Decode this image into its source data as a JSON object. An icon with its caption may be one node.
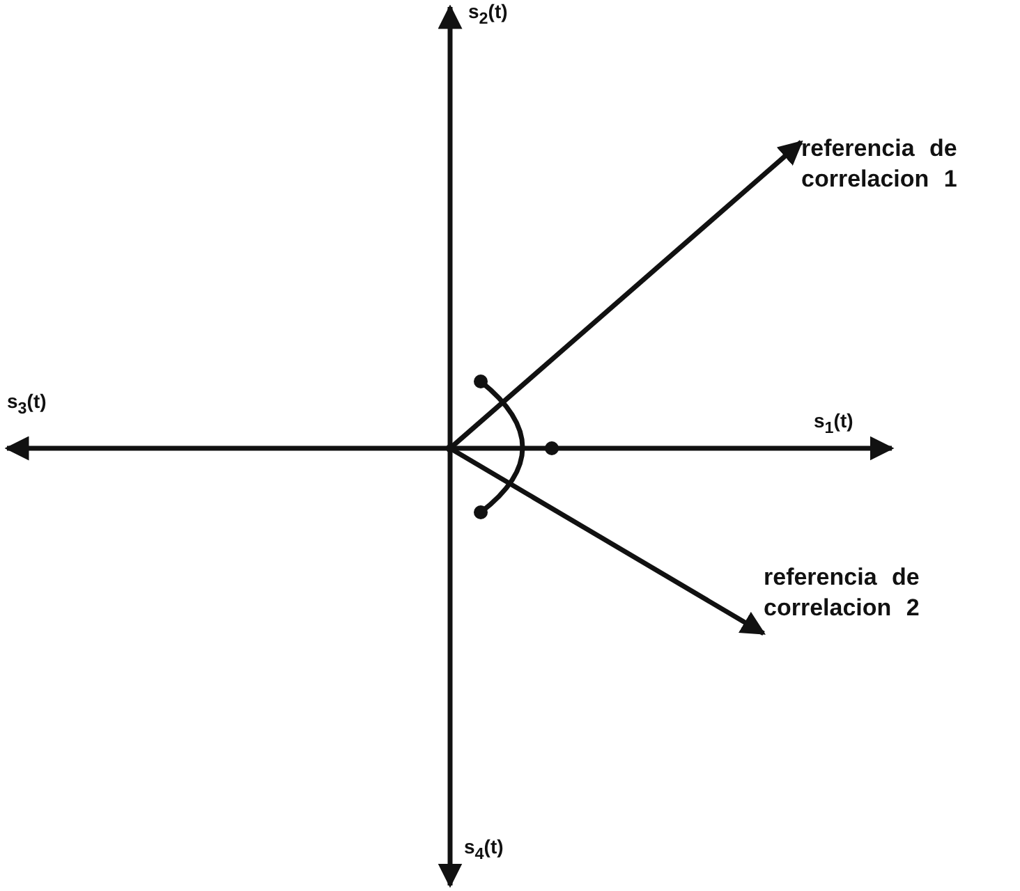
{
  "diagram": {
    "nodes": [
      {
        "text": [],
        "shape": "point"
      },
      {
        "text": [
          "s$_{2}$(t)"
        ]
      },
      {
        "text": [
          "s$_{3}$(t)"
        ]
      },
      {
        "text": [
          "s$_{1}$(t)"
        ]
      },
      {
        "text": [
          "s$_{4}$(t)"
        ]
      },
      {
        "text": [
          "referencia de correlacion 1"
        ]
      },
      {
        "text": [
          "referencia de correlacion 2"
        ]
      }
    ],
    "edges": [
      {
        "from": 0,
        "to": 1,
        "arrow": "to"
      },
      {
        "from": 0,
        "to": 2,
        "arrow": "to"
      },
      {
        "from": 0,
        "to": 3,
        "arrow": "to"
      },
      {
        "from": 0,
        "to": 4,
        "arrow": "to"
      },
      {
        "from": 0,
        "to": 5,
        "arrow": "to"
      },
      {
        "from": 0,
        "to": 6,
        "arrow": "to"
      }
    ]
  }
}
